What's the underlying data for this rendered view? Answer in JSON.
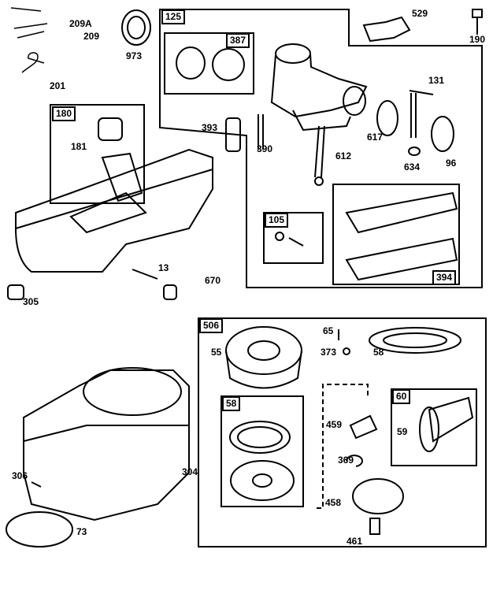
{
  "colors": {
    "ink": "#000000",
    "paper": "#ffffff"
  },
  "box_labels": {
    "carb_kit": "125",
    "intake_kit": "387",
    "fuel_tank_kit": "180",
    "needle_kit": "105",
    "gasket_kit": "394",
    "starter_kit": "506",
    "spring_kit": "58",
    "handle_kit": "60"
  },
  "part_labels": {
    "p209a": "209A",
    "p209": "209",
    "p201": "201",
    "p973": "973",
    "p529": "529",
    "p190": "190",
    "p131": "131",
    "p393": "393",
    "p390": "390",
    "p617": "617",
    "p612": "612",
    "p634": "634",
    "p96": "96",
    "p181": "181",
    "p13": "13",
    "p670": "670",
    "p305": "305",
    "p55": "55",
    "p65": "65",
    "p373": "373",
    "p58": "58",
    "p459": "459",
    "p59": "59",
    "p369": "369",
    "p458": "458",
    "p461": "461",
    "p306": "306",
    "p304": "304",
    "p73": "73"
  }
}
